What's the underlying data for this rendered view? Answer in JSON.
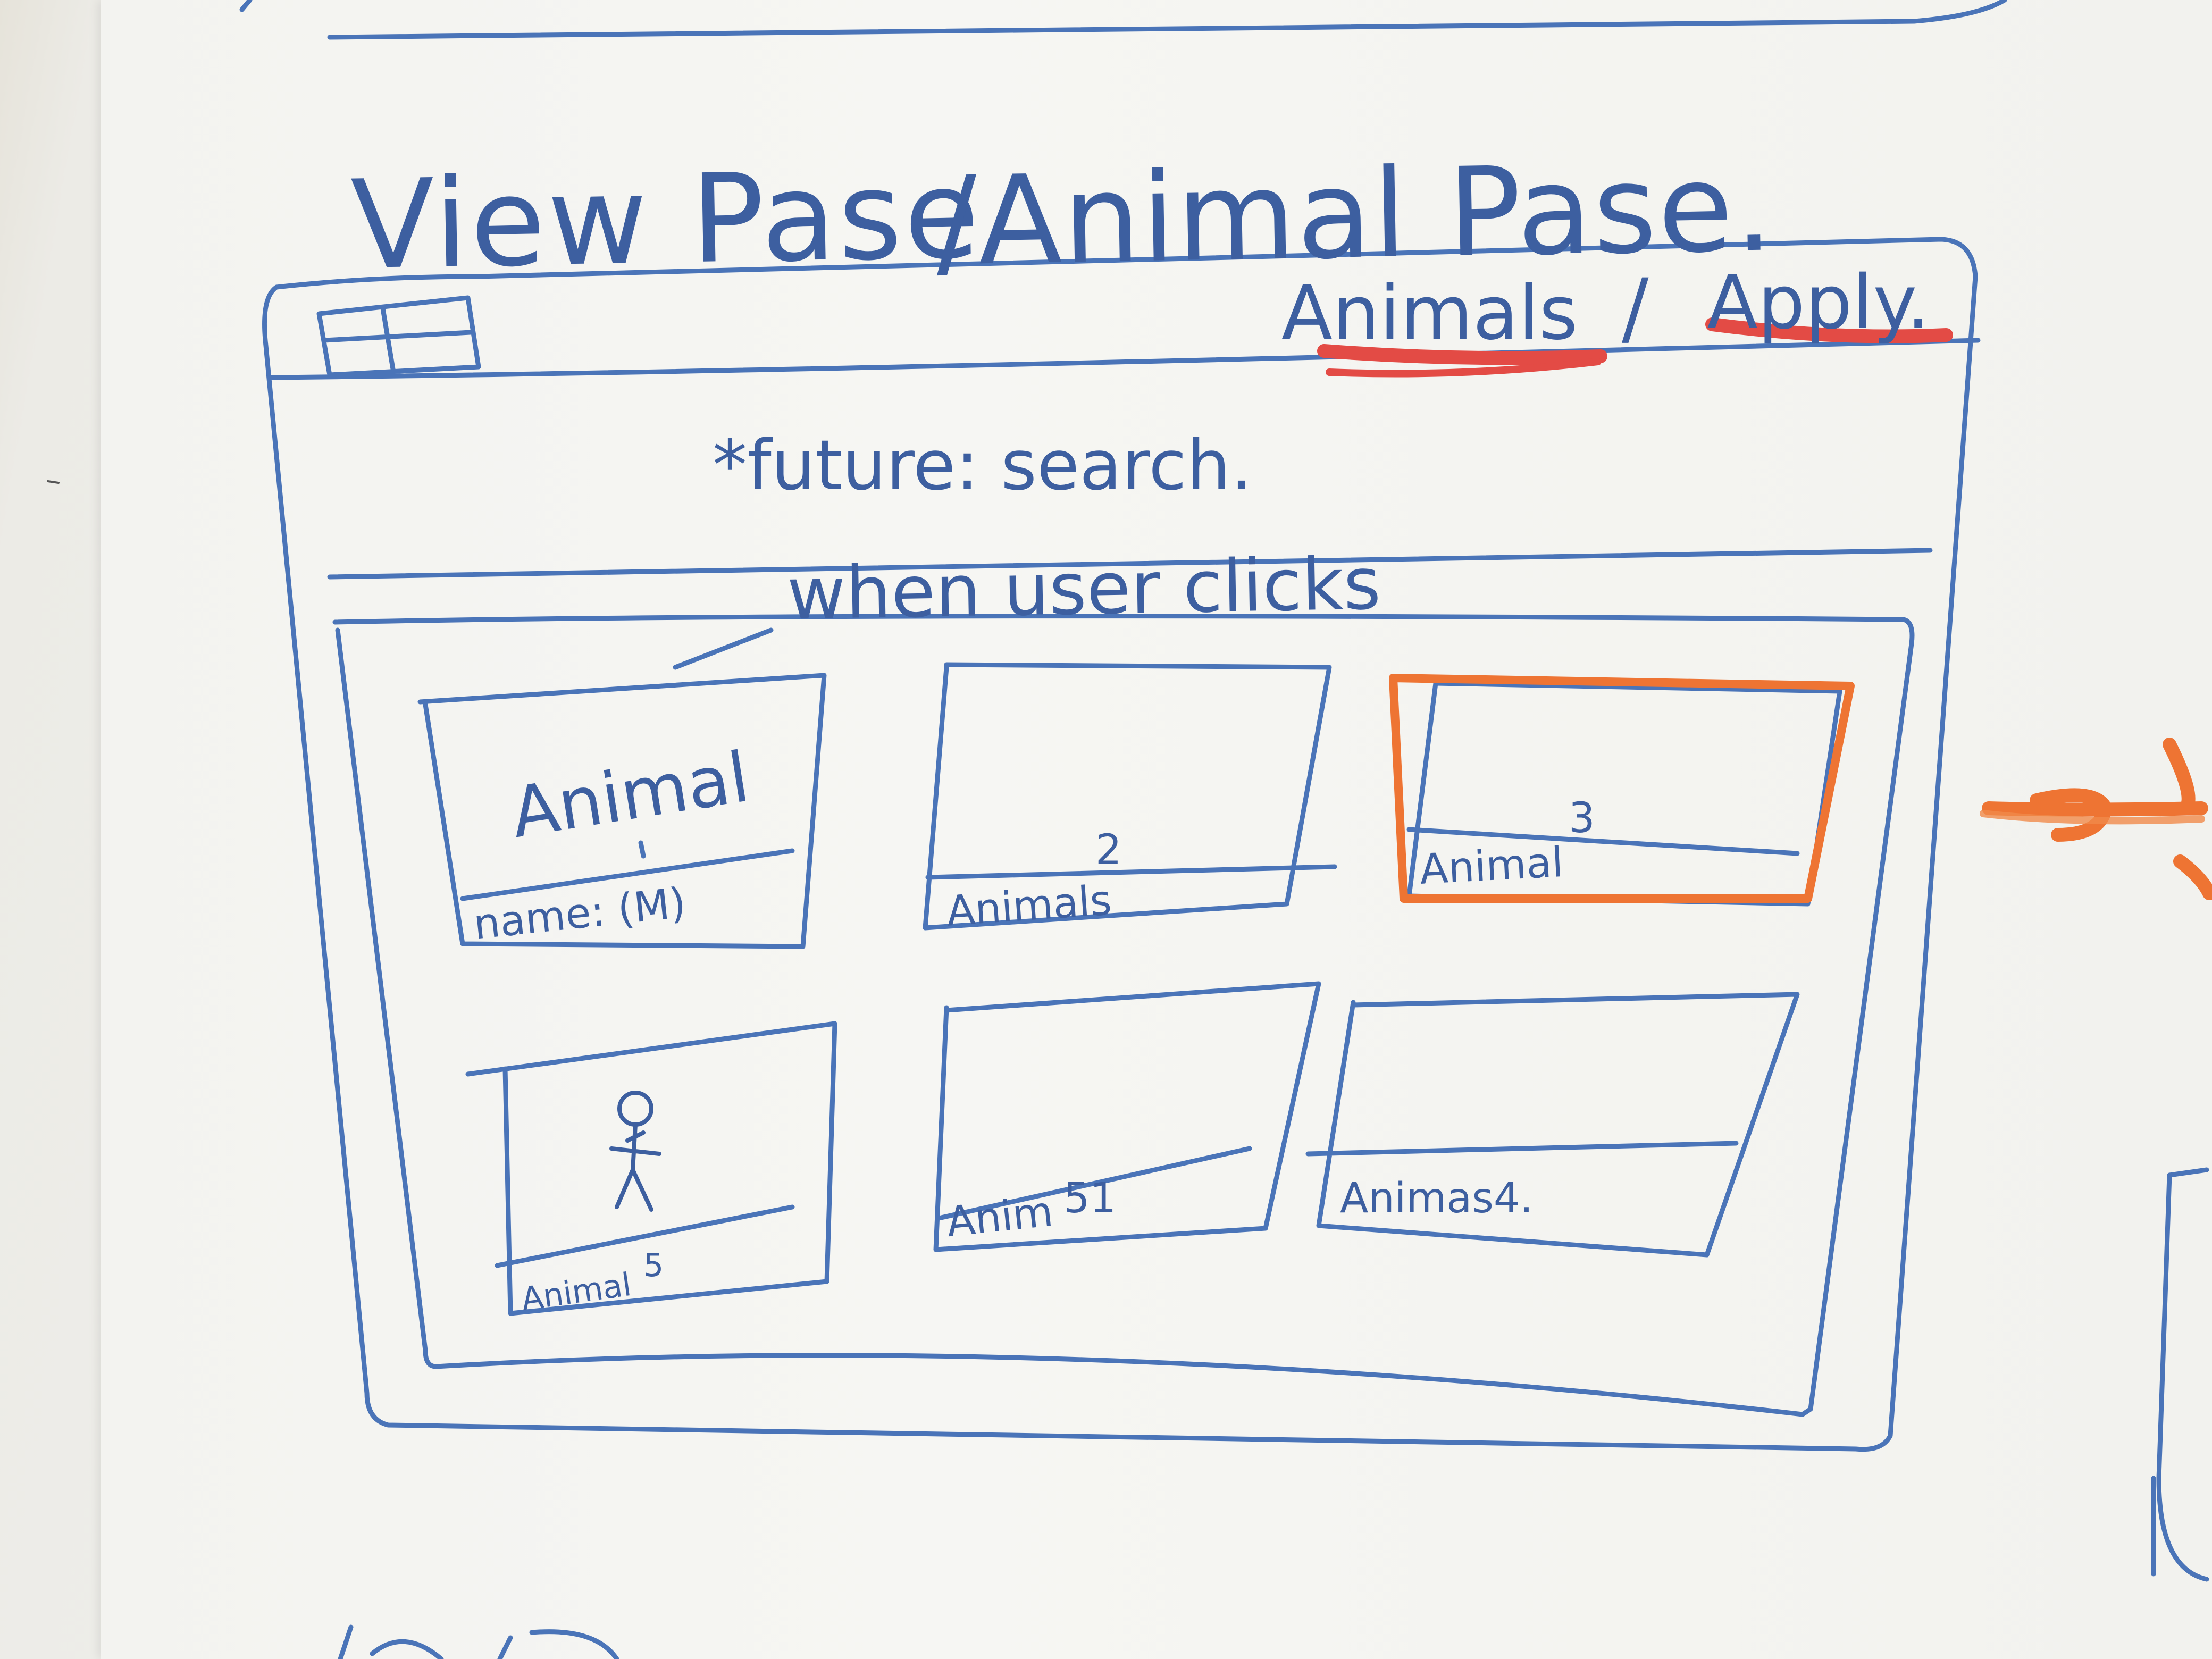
{
  "sketch": {
    "title_view": "View Pase",
    "title_animal": "/Animal Pase.",
    "nav": {
      "animals_link": "Animals",
      "separator": "/",
      "apply_link": "Apply."
    },
    "search_note": "*future: search.",
    "click_note": "when user clicks",
    "cards": [
      {
        "title": "Animal",
        "label": "name: (M)"
      },
      {
        "title": "",
        "label": "Animals",
        "number": "2"
      },
      {
        "title": "",
        "label": "Animal",
        "number": "3"
      },
      {
        "title": "",
        "label": "Animal",
        "number": "5"
      },
      {
        "title": "",
        "label": "Anim",
        "number": "51"
      },
      {
        "title": "",
        "label": "Animas4."
      }
    ],
    "colors": {
      "ink_blue": "#4a6fb0",
      "ink_dark": "#3d5fa0",
      "ink_orange": "#ee7433",
      "ink_red": "#e34b45"
    }
  }
}
